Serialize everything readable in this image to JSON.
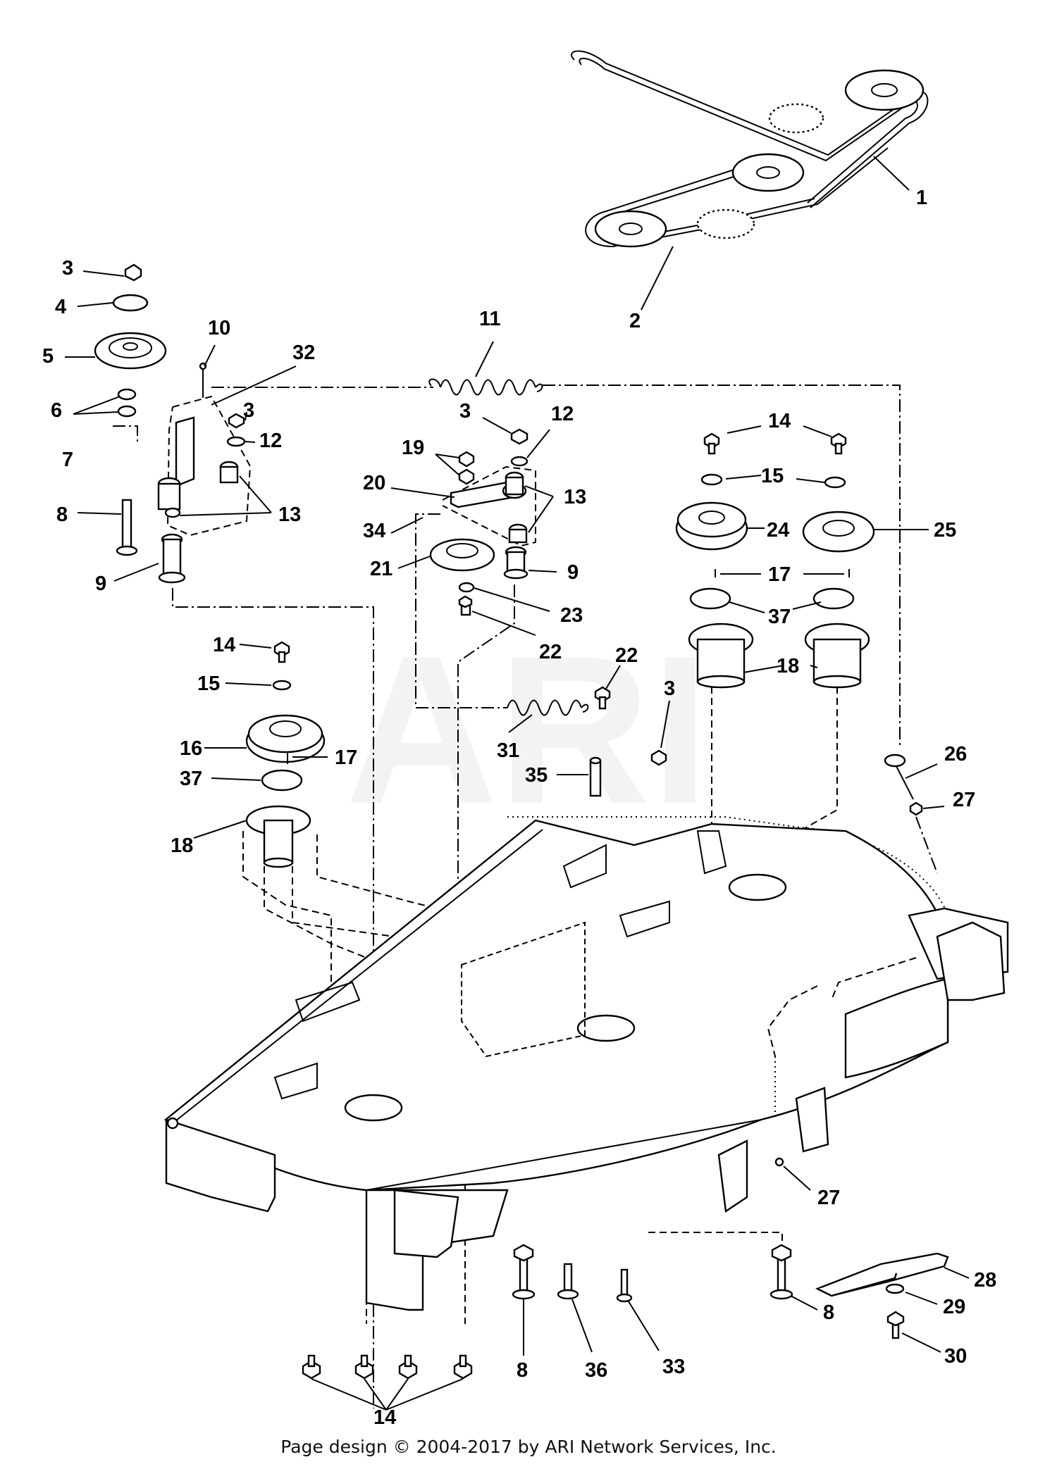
{
  "watermark": "ARI",
  "footer": "Page design © 2004-2017 by ARI Network Services, Inc.",
  "callouts": [
    {
      "id": "c1",
      "text": "1"
    },
    {
      "id": "c2",
      "text": "2"
    },
    {
      "id": "c3a",
      "text": "3"
    },
    {
      "id": "c4",
      "text": "4"
    },
    {
      "id": "c5",
      "text": "5"
    },
    {
      "id": "c10",
      "text": "10"
    },
    {
      "id": "c32",
      "text": "32"
    },
    {
      "id": "c11",
      "text": "11"
    },
    {
      "id": "c6",
      "text": "6"
    },
    {
      "id": "c3b",
      "text": "3"
    },
    {
      "id": "c12a",
      "text": "12"
    },
    {
      "id": "c7",
      "text": "7"
    },
    {
      "id": "c8a",
      "text": "8"
    },
    {
      "id": "c13a",
      "text": "13"
    },
    {
      "id": "c9a",
      "text": "9"
    },
    {
      "id": "c3c",
      "text": "3"
    },
    {
      "id": "c12b",
      "text": "12"
    },
    {
      "id": "c19",
      "text": "19"
    },
    {
      "id": "c20",
      "text": "20"
    },
    {
      "id": "c13b",
      "text": "13"
    },
    {
      "id": "c34",
      "text": "34"
    },
    {
      "id": "c21",
      "text": "21"
    },
    {
      "id": "c9b",
      "text": "9"
    },
    {
      "id": "c23",
      "text": "23"
    },
    {
      "id": "c22a",
      "text": "22"
    },
    {
      "id": "c14a",
      "text": "14"
    },
    {
      "id": "c15a",
      "text": "15"
    },
    {
      "id": "c24",
      "text": "24"
    },
    {
      "id": "c25",
      "text": "25"
    },
    {
      "id": "c17a",
      "text": "17"
    },
    {
      "id": "c37a",
      "text": "37"
    },
    {
      "id": "c18a",
      "text": "18"
    },
    {
      "id": "c14b",
      "text": "14"
    },
    {
      "id": "c15b",
      "text": "15"
    },
    {
      "id": "c16",
      "text": "16"
    },
    {
      "id": "c17b",
      "text": "17"
    },
    {
      "id": "c37b",
      "text": "37"
    },
    {
      "id": "c18b",
      "text": "18"
    },
    {
      "id": "c22b",
      "text": "22"
    },
    {
      "id": "c3d",
      "text": "3"
    },
    {
      "id": "c31",
      "text": "31"
    },
    {
      "id": "c35",
      "text": "35"
    },
    {
      "id": "c26",
      "text": "26"
    },
    {
      "id": "c27a",
      "text": "27"
    },
    {
      "id": "c27b",
      "text": "27"
    },
    {
      "id": "c28",
      "text": "28"
    },
    {
      "id": "c29",
      "text": "29"
    },
    {
      "id": "c8b",
      "text": "8"
    },
    {
      "id": "c30",
      "text": "30"
    },
    {
      "id": "c8c",
      "text": "8"
    },
    {
      "id": "c36",
      "text": "36"
    },
    {
      "id": "c33",
      "text": "33"
    },
    {
      "id": "c14c",
      "text": "14"
    }
  ]
}
